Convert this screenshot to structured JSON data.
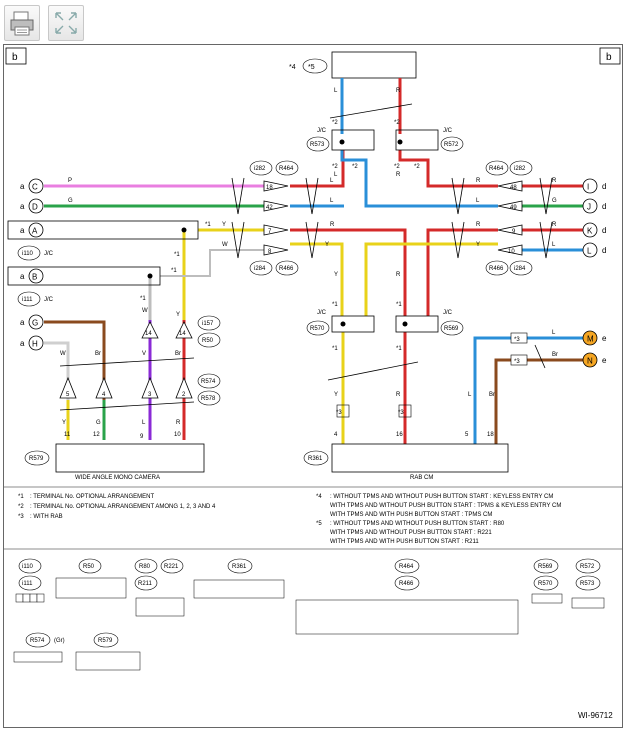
{
  "toolbar": {
    "print_icon": "printer-icon",
    "expand_icon": "expand-arrows-icon"
  },
  "page_markers": {
    "left": "b",
    "right": "b"
  },
  "fuse_box": {
    "prefix": "*4",
    "label": "*5"
  },
  "connector_codes": {
    "i282": "i282",
    "r464": "R464",
    "i284": "i284",
    "r466": "R466",
    "r573": "R573",
    "r572": "R572",
    "r570": "R570",
    "r569": "R569",
    "i157": "i157",
    "r50": "R50",
    "r574": "R574",
    "r578": "R578",
    "r579": "R579",
    "r361": "R361",
    "i110": "i110",
    "i111": "i111",
    "jc": "J/C"
  },
  "left_terminals": [
    {
      "prefix": "a",
      "letter": "C",
      "wire": "P"
    },
    {
      "prefix": "a",
      "letter": "D",
      "wire": "G"
    },
    {
      "prefix": "a",
      "letter": "A",
      "wire": "Y"
    },
    {
      "prefix": "a",
      "letter": "B",
      "wire": "W"
    },
    {
      "prefix": "a",
      "letter": "G",
      "wire": "Br"
    },
    {
      "prefix": "a",
      "letter": "H",
      "wire": "W"
    }
  ],
  "right_terminals": [
    {
      "letter": "I",
      "suffix": "d",
      "wire": "R"
    },
    {
      "letter": "J",
      "suffix": "d",
      "wire": "G"
    },
    {
      "letter": "K",
      "suffix": "d",
      "wire": "R"
    },
    {
      "letter": "L",
      "suffix": "d",
      "wire": "L"
    },
    {
      "letter": "M",
      "suffix": "e",
      "wire": "L"
    },
    {
      "letter": "N",
      "suffix": "e",
      "wire": "Br"
    }
  ],
  "pin_numbers": {
    "top_left": [
      "18",
      "42",
      "7",
      "8"
    ],
    "top_right": [
      "48",
      "49",
      "9",
      "10"
    ],
    "camera_conn": [
      "5",
      "4",
      "3",
      "2"
    ],
    "camera_pins": [
      "11",
      "12",
      "9",
      "10"
    ],
    "rab_pins": [
      "4",
      "16",
      "5",
      "18"
    ],
    "i157_pins": [
      "14",
      "14"
    ]
  },
  "wire_colors": {
    "L": "L",
    "R": "R",
    "Y": "Y",
    "G": "G",
    "W": "W",
    "V": "V",
    "Br": "Br",
    "P": "P"
  },
  "units": {
    "camera": "WIDE ANGLE MONO CAMERA",
    "rab": "RAB CM"
  },
  "marks": {
    "m1": "*1",
    "m2": "*2",
    "m3": "*3"
  },
  "notes_left": [
    {
      "mark": "*1",
      "text": ": TERMINAL No. OPTIONAL ARRANGEMENT"
    },
    {
      "mark": "*2",
      "text": ": TERMINAL No. OPTIONAL ARRANGEMENT AMONG 1, 2, 3 AND 4"
    },
    {
      "mark": "*3",
      "text": ": WITH RAB"
    }
  ],
  "notes_right": [
    {
      "mark": "*4",
      "text": ": WITHOUT TPMS AND WITHOUT PUSH BUTTON START  : KEYLESS ENTRY CM"
    },
    {
      "mark": "",
      "text": "WITH TPMS AND WITHOUT PUSH BUTTON START  : TPMS & KEYLESS ENTRY CM"
    },
    {
      "mark": "",
      "text": "WITH TPMS AND WITH PUSH BUTTON START  : TPMS CM"
    },
    {
      "mark": "*5",
      "text": ": WITHOUT TPMS AND WITHOUT PUSH BUTTON START  : R80"
    },
    {
      "mark": "",
      "text": "WITH TPMS AND WITHOUT PUSH BUTTON START  : R221"
    },
    {
      "mark": "",
      "text": "WITH TPMS AND WITH PUSH BUTTON START  : R211"
    }
  ],
  "connector_views": {
    "i110": "i110",
    "i111": "i111",
    "r50": "R50",
    "r80": "R80",
    "r221": "R221",
    "r211": "R211",
    "r361": "R361",
    "r464": "R464",
    "r466": "R466",
    "r569": "R569",
    "r570": "R570",
    "r572": "R572",
    "r573": "R573",
    "r574": "R574",
    "r574_note": "(Gr)",
    "r579": "R579"
  },
  "drawing_id": "WI-96712"
}
